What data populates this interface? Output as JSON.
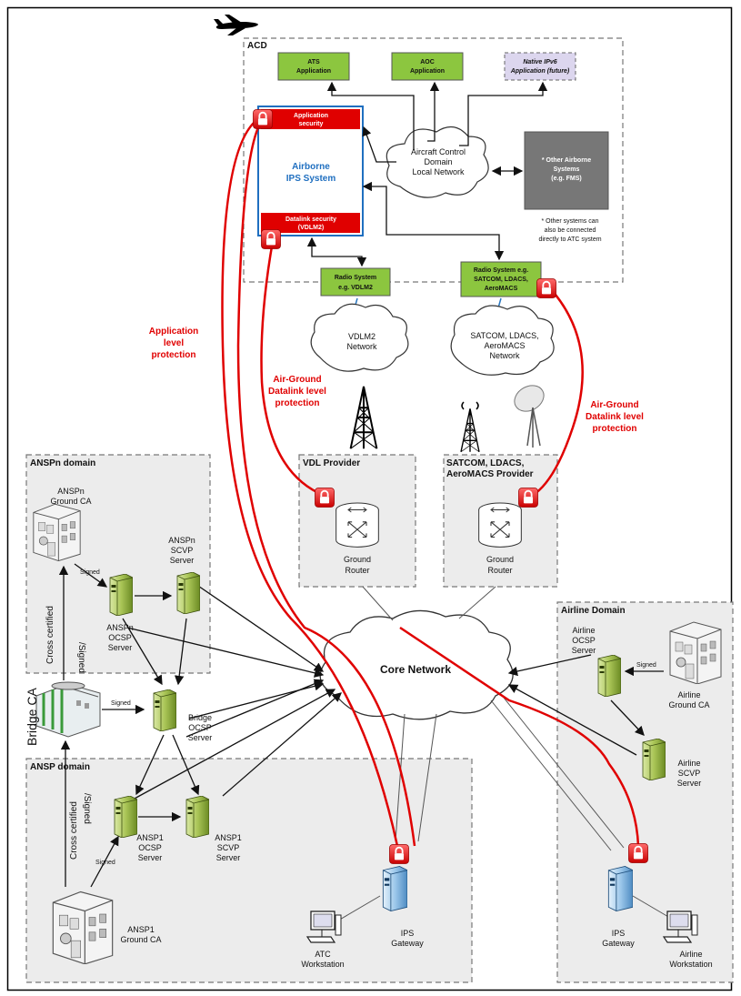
{
  "acd": {
    "title": "ACD",
    "ats": [
      "ATS",
      "Application"
    ],
    "aoc": [
      "AOC",
      "Application"
    ],
    "native": [
      "Native IPv6",
      "Application (future)"
    ],
    "app_security": [
      "Application",
      "security"
    ],
    "airborne": [
      "Airborne",
      "IPS System"
    ],
    "datalink_security": [
      "Datalink security",
      "(VDLM2)"
    ],
    "local_network": [
      "Aircraft Control",
      "Domain",
      "Local Network"
    ],
    "other_systems": [
      "* Other Airborne",
      "Systems",
      "(e.g. FMS)"
    ],
    "other_note": [
      "* Other systems can",
      "also be connected",
      "directly to ATC system"
    ],
    "radio_vdlm2": [
      "Radio System",
      "e.g. VDLM2"
    ],
    "radio_satcom": [
      "Radio System e.g.",
      "SATCOM, LDACS,",
      "AeroMACS"
    ]
  },
  "clouds": {
    "vdlm2": [
      "VDLM2",
      "Network"
    ],
    "satcom": [
      "SATCOM, LDACS,",
      "AeroMACS",
      "Network"
    ],
    "core": "Core Network"
  },
  "protection": {
    "application": [
      "Application",
      "level",
      "protection"
    ],
    "airground_left": [
      "Air-Ground",
      "Datalink level",
      "protection"
    ],
    "airground_right": [
      "Air-Ground",
      "Datalink level",
      "protection"
    ]
  },
  "providers": {
    "vdl": "VDL Provider",
    "satcom": [
      "SATCOM, LDACS,",
      "AeroMACS Provider"
    ],
    "router": [
      "Ground",
      "Router"
    ]
  },
  "anspn": {
    "title": "ANSPn domain",
    "ground_ca": [
      "ANSPn",
      "Ground CA"
    ],
    "scvp": [
      "ANSPn",
      "SCVP",
      "Server"
    ],
    "ocsp": [
      "ANSPn",
      "OCSP",
      "Server"
    ],
    "signed": "Signed",
    "cross": [
      "Cross certified",
      "/Signed"
    ]
  },
  "bridge": {
    "label": "Bridge CA",
    "signed": "Signed",
    "ocsp": [
      "Bridge",
      "OCSP",
      "Server"
    ]
  },
  "ansp": {
    "title": "ANSP domain",
    "ocsp": [
      "ANSP1",
      "OCSP",
      "Server"
    ],
    "scvp": [
      "ANSP1",
      "SCVP",
      "Server"
    ],
    "signed": "Signed",
    "cross": [
      "Cross certified",
      "/Signed"
    ],
    "ground_ca": [
      "ANSP1",
      "Ground CA"
    ],
    "ips_gateway": [
      "IPS",
      "Gateway"
    ],
    "atc": [
      "ATC",
      "Workstation"
    ]
  },
  "airline": {
    "title": "Airline Domain",
    "ocsp": [
      "Airline",
      "OCSP",
      "Server"
    ],
    "signed": "Signed",
    "ground_ca": [
      "Airline",
      "Ground CA"
    ],
    "scvp": [
      "Airline",
      "SCVP",
      "Server"
    ],
    "ips_gateway": [
      "IPS",
      "Gateway"
    ],
    "workstation": [
      "Airline",
      "Workstation"
    ]
  },
  "colors": {
    "green": "#8cc63f",
    "red": "#e00000",
    "blue": "#1f6fc0",
    "lavender": "#dcd6ee",
    "grey": "#777777"
  },
  "icons": [
    "airplane-icon",
    "lock-icon",
    "server-icon",
    "building-icon",
    "router-icon",
    "tower-icon",
    "dish-icon",
    "workstation-icon",
    "cloud-icon"
  ]
}
